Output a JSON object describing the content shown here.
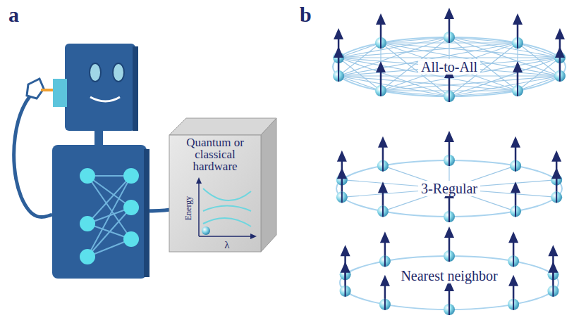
{
  "diagram": {
    "nodes": [
      {
        "text": [
          "Quantum or classical hardware"
        ]
      }
    ],
    "labels": [
      "a",
      "b",
      "Energy",
      "λ",
      "All-to-All",
      "3-Regular",
      "Nearest neighbor"
    ]
  }
}
